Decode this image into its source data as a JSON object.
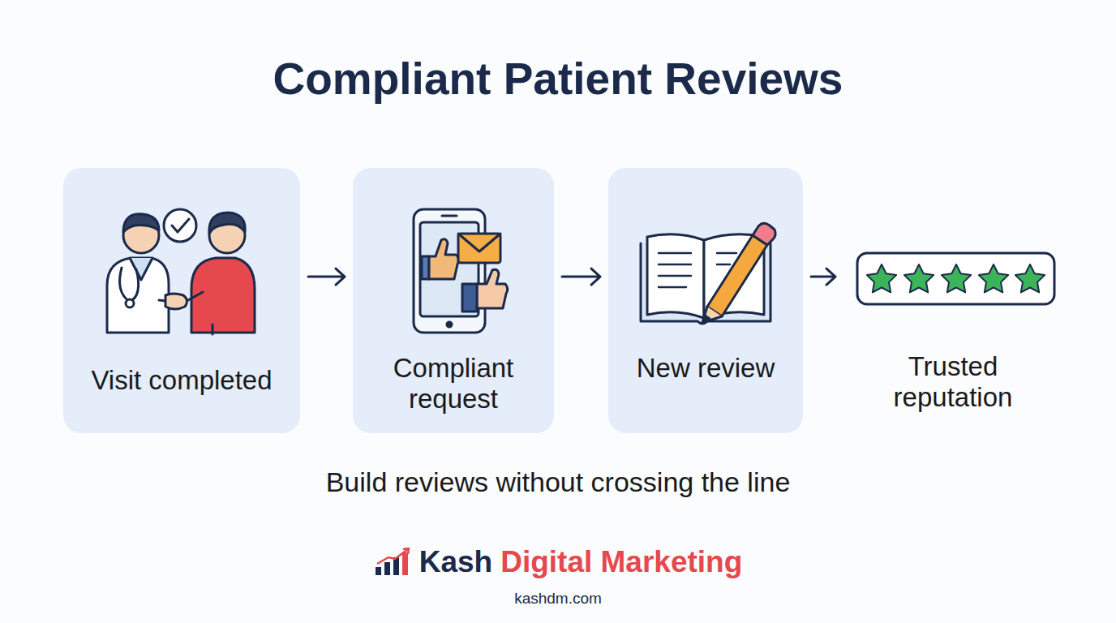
{
  "diagram": {
    "title": "Compliant Patient Reviews",
    "caption": "Build reviews without crossing the line",
    "nodes": [
      {
        "text": [
          "Visit completed"
        ]
      },
      {
        "text": [
          "Compliant request"
        ]
      },
      {
        "text": [
          "New review"
        ]
      },
      {
        "text": [
          "Trusted reputation"
        ]
      }
    ],
    "edges": [
      {
        "from": 0,
        "to": 1,
        "arrow": "to"
      },
      {
        "from": 1,
        "to": 2,
        "arrow": "to"
      },
      {
        "from": 2,
        "to": 3,
        "arrow": "to"
      }
    ],
    "labels": [
      "Kash",
      "Digital Marketing",
      "kashdm.com"
    ]
  }
}
